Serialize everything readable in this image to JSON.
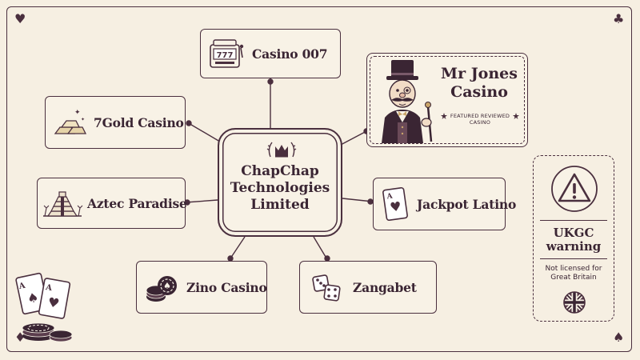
{
  "center": {
    "name": "ChapChap Technologies Limited",
    "lines": [
      "ChapChap",
      "Technologies",
      "Limited"
    ]
  },
  "brands": [
    {
      "id": "casino-007",
      "label": "Casino 007",
      "icon": "slot-machine-icon"
    },
    {
      "id": "7gold-casino",
      "label": "7Gold Casino",
      "icon": "gold-bars-icon"
    },
    {
      "id": "aztec-paradise",
      "label": "Aztec Paradise",
      "icon": "pyramid-icon"
    },
    {
      "id": "zino-casino",
      "label": "Zino Casino",
      "icon": "poker-chips-icon"
    },
    {
      "id": "zangabet",
      "label": "Zangabet",
      "icon": "dice-icon"
    },
    {
      "id": "jackpot-latino",
      "label": "Jackpot Latino",
      "icon": "playing-card-icon"
    }
  ],
  "featured": {
    "name": "Mr Jones Casino",
    "name_lines": [
      "Mr Jones",
      "Casino"
    ],
    "badge_lines": [
      "FEATURED REVIEWED",
      "CASINO"
    ],
    "icon": "mascot-gentleman-icon"
  },
  "warning": {
    "title_lines": [
      "UKGC",
      "warning"
    ],
    "subtitle_lines": [
      "Not licensed for",
      "Great Britain"
    ],
    "icons": [
      "warning-triangle-icon",
      "uk-flag-icon"
    ]
  },
  "colors": {
    "ink": "#4a2f3e",
    "background": "#f6efe2",
    "card": "#f8f2e6",
    "gold": "#c9a56a"
  }
}
